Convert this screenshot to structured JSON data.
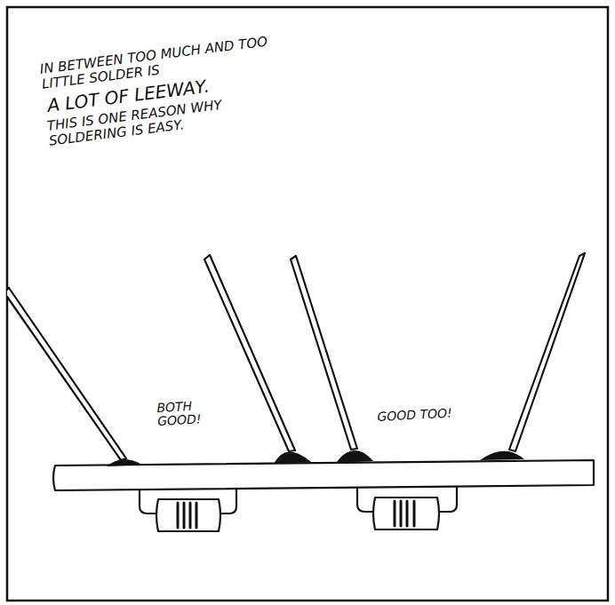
{
  "diagram": {
    "labels": [
      "IN BETWEEN TOO MUCH AND TOO LITTLE SOLDER IS",
      "A LOT OF LEEWAY.",
      "THIS IS ONE REASON WHY SOLDERING IS EASY.",
      "BOTH GOOD!",
      "GOOD TOO!"
    ]
  }
}
